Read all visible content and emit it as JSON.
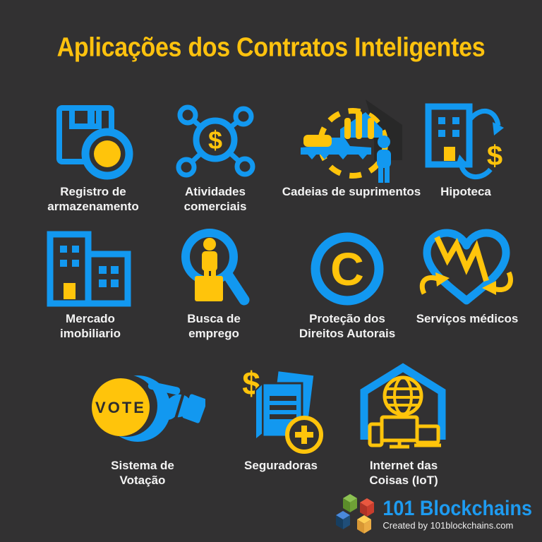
{
  "title": "Aplicações dos Contratos Inteligentes",
  "colors": {
    "background": "#323132",
    "icon_blue": "#1298F0",
    "icon_yellow": "#FFC40B",
    "title_yellow": "#FFC20E",
    "label_white": "#F3F3F3",
    "brand_blue": "#1E9BF0",
    "silhouette_gray": "#282828"
  },
  "grid": {
    "rows": [
      {
        "items": [
          {
            "icon": "floppy-disk-icon",
            "label": "Registro de\narmazenamento"
          },
          {
            "icon": "money-network-icon",
            "icon_text": "$",
            "label": "Atividades\ncomerciais"
          },
          {
            "icon": "supply-chain-icon",
            "label": "Cadeias de suprimentos"
          },
          {
            "icon": "building-money-cycle-icon",
            "icon_text": "$",
            "label": "Hipoteca"
          }
        ]
      },
      {
        "items": [
          {
            "icon": "buildings-icon",
            "label": "Mercado\nimobiliario"
          },
          {
            "icon": "magnifier-person-icon",
            "label": "Busca de\nemprego"
          },
          {
            "icon": "copyright-icon",
            "icon_text": "C",
            "label": "Proteção dos\nDireitos Autorais"
          },
          {
            "icon": "heart-pulse-icon",
            "label": "Serviços médicos"
          }
        ]
      },
      {
        "items": [
          {
            "icon": "vote-hand-icon",
            "icon_text": "VOTE",
            "label": "Sistema de\nVotação"
          },
          {
            "icon": "insurance-document-icon",
            "icon_text": "$",
            "label": "Seguradoras"
          },
          {
            "icon": "iot-house-icon",
            "label": "Internet das\nCoisas (IoT)"
          }
        ]
      }
    ]
  },
  "footer": {
    "brand": "101 Blockchains",
    "credit": "Created by 101blockchains.com"
  }
}
